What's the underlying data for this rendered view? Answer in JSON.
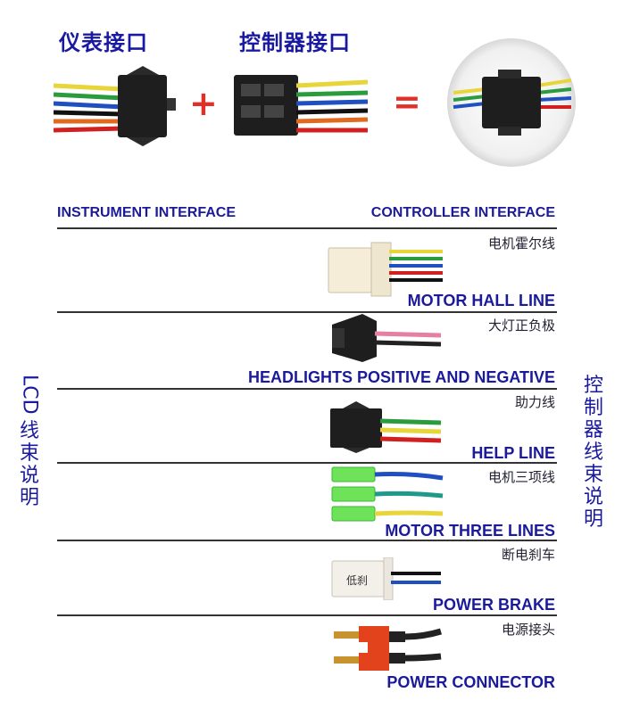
{
  "top": {
    "instrument_port_cn": "仪表接口",
    "controller_port_cn": "控制器接口",
    "plus_symbol": "+",
    "equals_symbol": "="
  },
  "headers": {
    "instrument_interface": "INSTRUMENT INTERFACE",
    "controller_interface": "CONTROLLER INTERFACE"
  },
  "side_labels": {
    "left": [
      "LCD",
      "线",
      "束",
      "说",
      "明"
    ],
    "right": [
      "控",
      "制",
      "器",
      "线",
      "束",
      "说",
      "明"
    ]
  },
  "rows": [
    {
      "cn": "电机霍尔线",
      "en": "MOTOR HALL LINE"
    },
    {
      "cn": "大灯正负极",
      "en": "HEADLIGHTS POSITIVE AND NEGATIVE"
    },
    {
      "cn": "助力线",
      "en": "HELP LINE"
    },
    {
      "cn": "电机三项线",
      "en": "MOTOR THREE LINES"
    },
    {
      "cn": "断电刹车",
      "en": "POWER BRAKE"
    },
    {
      "cn": "电源接头",
      "en": "POWER CONNECTOR"
    }
  ],
  "brake_connector_stamp": "低刹",
  "colors": {
    "title_blue": "#1a1aa0",
    "plus_red": "#e0302a"
  }
}
